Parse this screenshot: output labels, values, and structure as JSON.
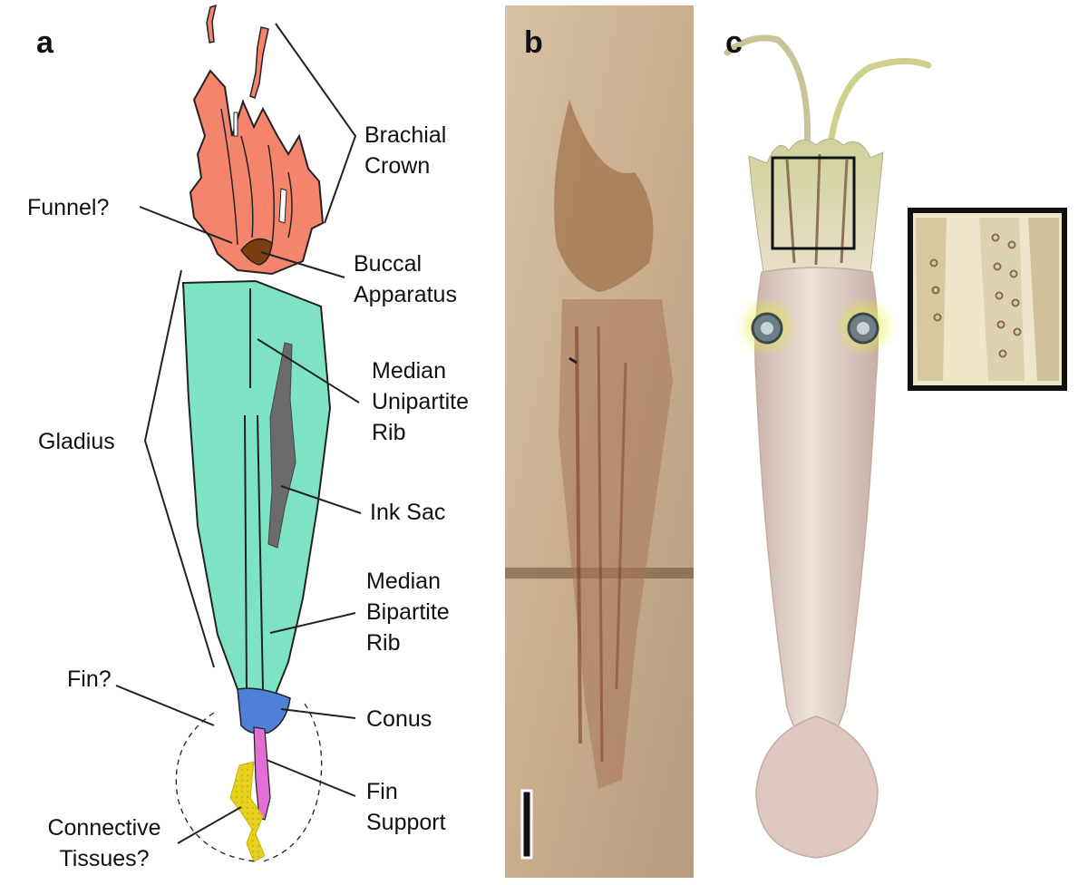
{
  "panels": {
    "a": "a",
    "b": "b",
    "c": "c"
  },
  "labels": {
    "brachial_crown": [
      "Brachial",
      "Crown"
    ],
    "funnel": [
      "Funnel?"
    ],
    "buccal_apparatus": [
      "Buccal",
      "Apparatus"
    ],
    "gladius": [
      "Gladius"
    ],
    "median_unipartite_rib": [
      "Median",
      "Unipartite",
      "Rib"
    ],
    "ink_sac": [
      "Ink Sac"
    ],
    "median_bipartite_rib": [
      "Median",
      "Bipartite",
      "Rib"
    ],
    "fin": [
      "Fin?"
    ],
    "conus": [
      "Conus"
    ],
    "fin_support": [
      "Fin",
      "Support"
    ],
    "connective_tissues": [
      "Connective",
      "Tissues?"
    ]
  },
  "colors": {
    "brachial_crown": "#f4846c",
    "gladius": "#7ee3c4",
    "ink_sac": "#6b6b6b",
    "buccal": "#7a3e10",
    "conus": "#4f7fd6",
    "fin_support": "#e36fd6",
    "connective": "#e6d21e",
    "fossil_slab": "#cfb79a",
    "squid_body": "#dccbc2"
  }
}
